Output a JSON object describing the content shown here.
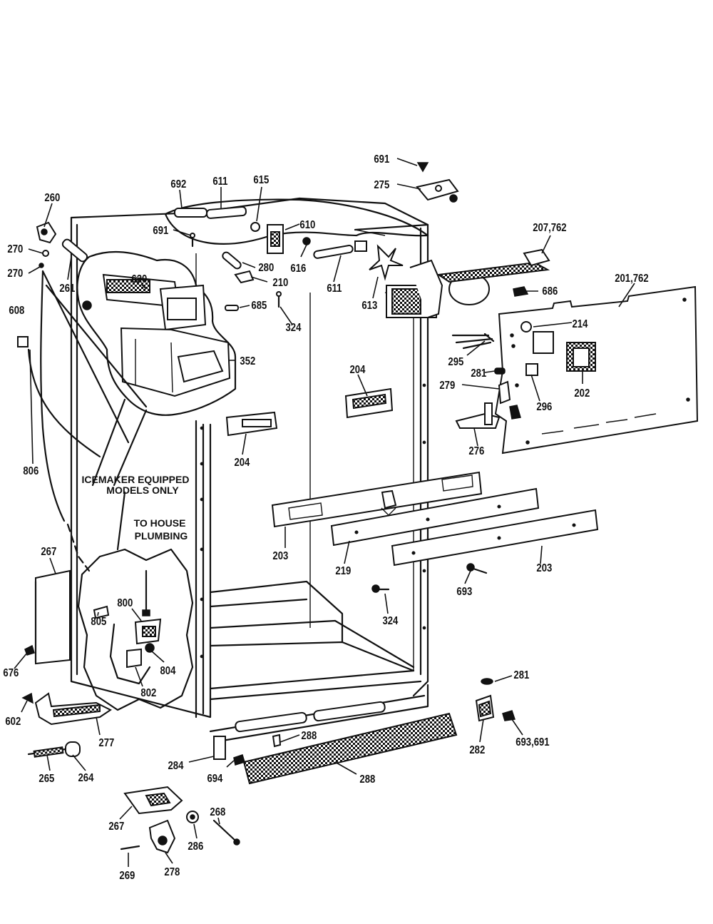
{
  "notes": {
    "icemaker_line1": "ICEMAKER EQUIPPED",
    "icemaker_line2": "MODELS ONLY",
    "plumbing_line1": "TO HOUSE",
    "plumbing_line2": "PLUMBING"
  },
  "labels": [
    {
      "id": "691a",
      "text": "691"
    },
    {
      "id": "275",
      "text": "275"
    },
    {
      "id": "692",
      "text": "692"
    },
    {
      "id": "611a",
      "text": "611"
    },
    {
      "id": "615",
      "text": "615"
    },
    {
      "id": "260",
      "text": "260"
    },
    {
      "id": "610",
      "text": "610"
    },
    {
      "id": "207",
      "text": "207,762"
    },
    {
      "id": "691b",
      "text": "691"
    },
    {
      "id": "270a",
      "text": "270"
    },
    {
      "id": "616",
      "text": "616"
    },
    {
      "id": "280",
      "text": "280"
    },
    {
      "id": "270b",
      "text": "270"
    },
    {
      "id": "261",
      "text": "261"
    },
    {
      "id": "611b",
      "text": "611"
    },
    {
      "id": "201",
      "text": "201,762"
    },
    {
      "id": "620",
      "text": "620"
    },
    {
      "id": "210",
      "text": "210"
    },
    {
      "id": "613",
      "text": "613"
    },
    {
      "id": "686",
      "text": "686"
    },
    {
      "id": "685",
      "text": "685"
    },
    {
      "id": "608",
      "text": "608"
    },
    {
      "id": "214",
      "text": "214"
    },
    {
      "id": "324a",
      "text": "324"
    },
    {
      "id": "295",
      "text": "295"
    },
    {
      "id": "352",
      "text": "352"
    },
    {
      "id": "281a",
      "text": "281"
    },
    {
      "id": "204a",
      "text": "204"
    },
    {
      "id": "202",
      "text": "202"
    },
    {
      "id": "279",
      "text": "279"
    },
    {
      "id": "296",
      "text": "296"
    },
    {
      "id": "276",
      "text": "276"
    },
    {
      "id": "204b",
      "text": "204"
    },
    {
      "id": "806",
      "text": "806"
    },
    {
      "id": "203a",
      "text": "203"
    },
    {
      "id": "219",
      "text": "219"
    },
    {
      "id": "203b",
      "text": "203"
    },
    {
      "id": "267a",
      "text": "267"
    },
    {
      "id": "693",
      "text": "693"
    },
    {
      "id": "324b",
      "text": "324"
    },
    {
      "id": "800",
      "text": "800"
    },
    {
      "id": "805",
      "text": "805"
    },
    {
      "id": "804",
      "text": "804"
    },
    {
      "id": "676",
      "text": "676"
    },
    {
      "id": "281b",
      "text": "281"
    },
    {
      "id": "802",
      "text": "802"
    },
    {
      "id": "602",
      "text": "602"
    },
    {
      "id": "277",
      "text": "277"
    },
    {
      "id": "288a",
      "text": "288"
    },
    {
      "id": "282",
      "text": "282"
    },
    {
      "id": "693b",
      "text": "693,691"
    },
    {
      "id": "284",
      "text": "284"
    },
    {
      "id": "694",
      "text": "694"
    },
    {
      "id": "265",
      "text": "265"
    },
    {
      "id": "264",
      "text": "264"
    },
    {
      "id": "288b",
      "text": "288"
    },
    {
      "id": "268",
      "text": "268"
    },
    {
      "id": "267b",
      "text": "267"
    },
    {
      "id": "286",
      "text": "286"
    },
    {
      "id": "269",
      "text": "269"
    },
    {
      "id": "278",
      "text": "278"
    }
  ]
}
